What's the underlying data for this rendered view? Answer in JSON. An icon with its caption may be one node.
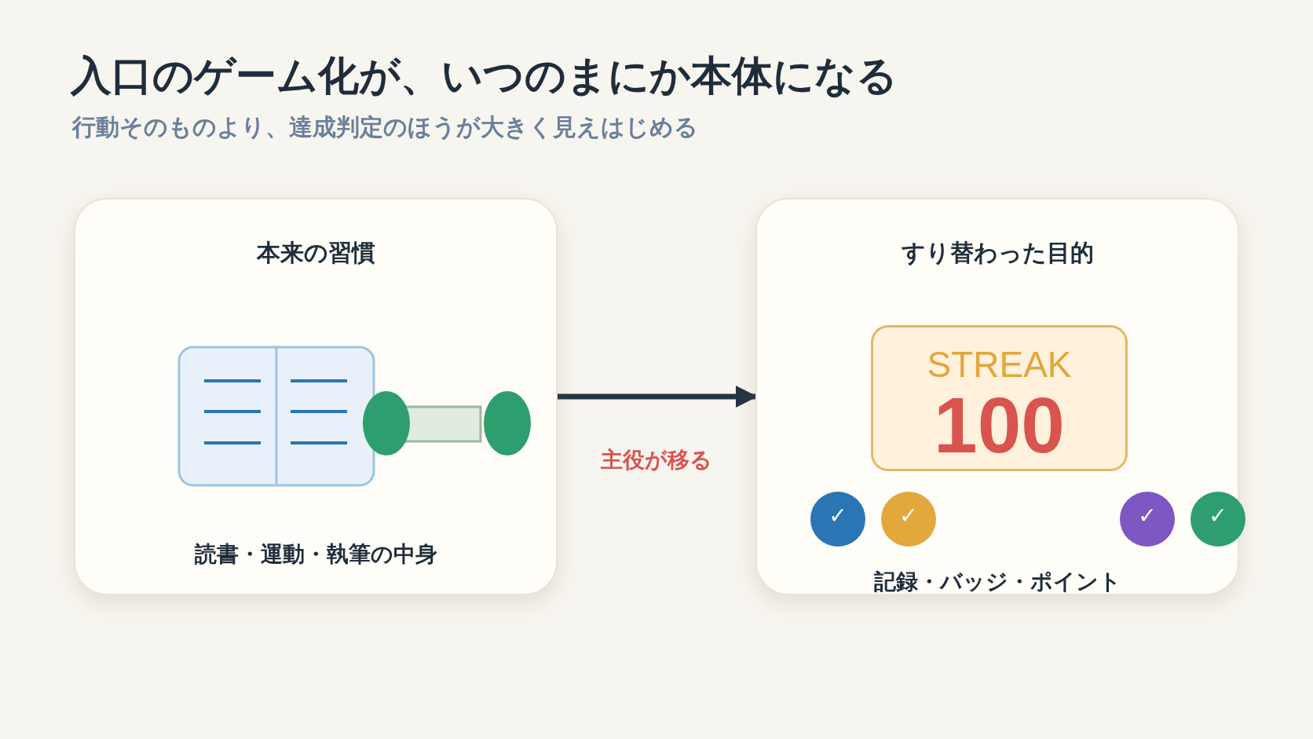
{
  "diagram": {
    "title": "入口のゲーム化が、いつのまにか本体になる",
    "caption": "行動そのものより、達成判定のほうが大きく見えはじめる",
    "nodes": [
      {
        "text": [
          "本来の習慣",
          "読書・運動・執筆の中身"
        ]
      },
      {
        "text": [
          "すり替わった目的",
          "記録・バッジ・ポイント"
        ]
      },
      {
        "text": [
          "STREAK",
          "100"
        ],
        "in": 1
      },
      {
        "text": [
          "✓"
        ],
        "in": 1
      },
      {
        "text": [
          "✓"
        ],
        "in": 1
      },
      {
        "text": [
          "✓"
        ],
        "in": 1
      },
      {
        "text": [
          "✓"
        ],
        "in": 1
      }
    ],
    "edges": [
      {
        "from": 0,
        "to": 1,
        "arrow": "to",
        "label": "主役が移る"
      }
    ]
  }
}
